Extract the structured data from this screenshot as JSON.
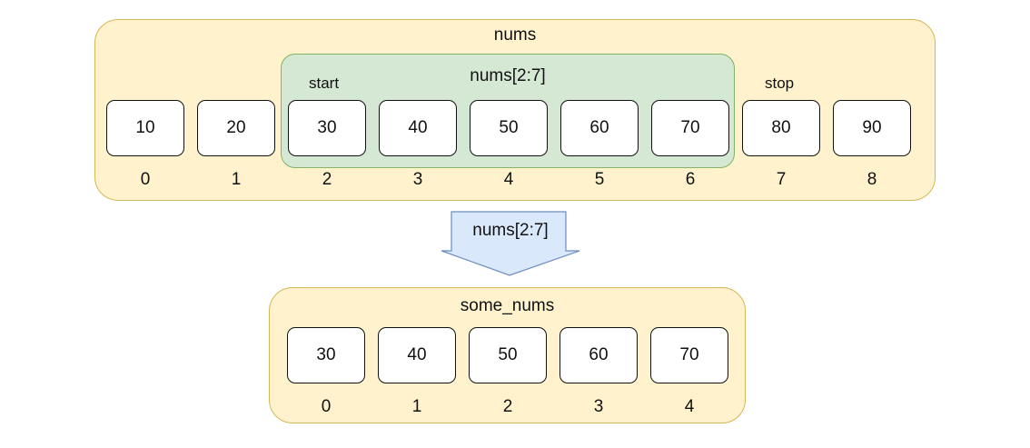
{
  "source": {
    "title": "nums",
    "values": [
      "10",
      "20",
      "30",
      "40",
      "50",
      "60",
      "70",
      "80",
      "90"
    ],
    "indices": [
      "0",
      "1",
      "2",
      "3",
      "4",
      "5",
      "6",
      "7",
      "8"
    ],
    "slice_label": "nums[2:7]",
    "start_label": "start",
    "stop_label": "stop"
  },
  "arrow": {
    "label": "nums[2:7]"
  },
  "result": {
    "title": "some_nums",
    "values": [
      "30",
      "40",
      "50",
      "60",
      "70"
    ],
    "indices": [
      "0",
      "1",
      "2",
      "3",
      "4"
    ]
  },
  "colors": {
    "container_fill": "#fff2cc",
    "container_border": "#d6b656",
    "slice_fill": "#d5e8d4",
    "slice_border": "#82b366",
    "arrow_fill": "#dae8fc",
    "arrow_border": "#6c8ebf"
  }
}
